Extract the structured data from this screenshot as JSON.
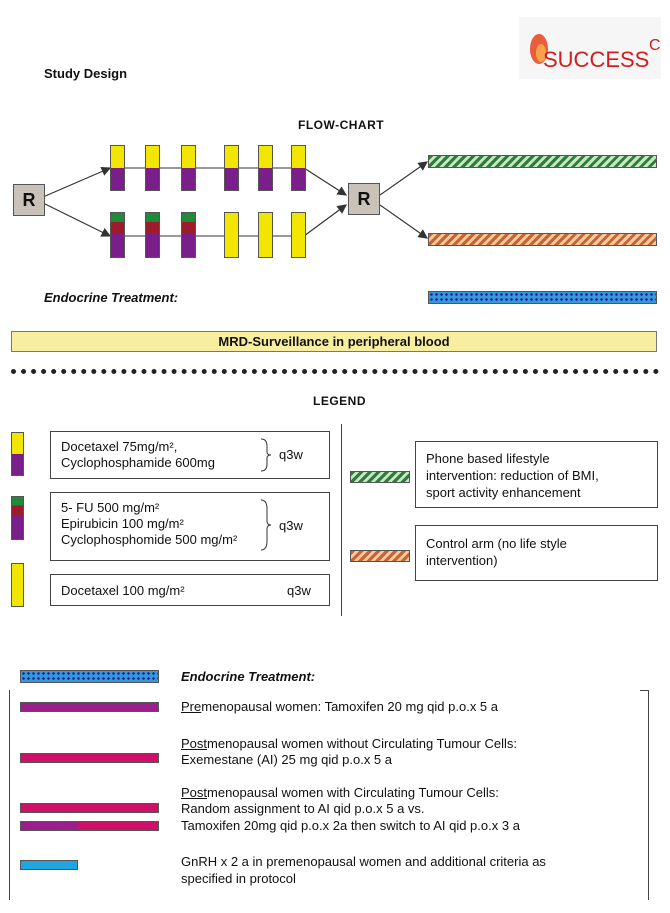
{
  "header": {
    "title": "Study Design",
    "logo_text": "SUCCESS",
    "logo_sup": "C"
  },
  "flowchart": {
    "title": "FLOW-CHART",
    "randomize_label": "R",
    "randomize_label_2": "R"
  },
  "endocrine_label": "Endocrine Treatment:",
  "mrd_bar": "MRD-Surveillance in peripheral blood",
  "legend": {
    "title": "LEGEND",
    "chemo_boxes": [
      {
        "lines": [
          "Docetaxel 75mg/m²,",
          "Cyclophosphamide 600mg"
        ],
        "schedule": "q3w"
      },
      {
        "lines": [
          "5- FU 500 mg/m²",
          "Epirubicin 100 mg/m²",
          "Cyclophosphomide 500 mg/m²"
        ],
        "schedule": "q3w"
      },
      {
        "lines": [
          "Docetaxel 100 mg/m²"
        ],
        "schedule": "q3w"
      }
    ],
    "lifestyle_boxes": [
      {
        "lines": [
          "Phone based lifestyle",
          "intervention: reduction of BMI,",
          "sport activity enhancement"
        ]
      },
      {
        "lines": [
          "Control arm (no life style",
          "intervention)"
        ]
      }
    ]
  },
  "endocrine": {
    "title": "Endocrine Treatment:",
    "items": [
      {
        "underlined": "Pre",
        "rest": "menopausal women: Tamoxifen 20 mg qid p.o.x 5 a"
      },
      {
        "underlined": "Post",
        "rest": "menopausal women without Circulating Tumour Cells:",
        "line2": "Exemestane (AI) 25 mg qid p.o.x 5 a"
      },
      {
        "underlined": "Post",
        "rest": "menopausal women with Circulating Tumour Cells:",
        "line2": "Random assignment to AI qid p.o.x 5 a vs.",
        "line3": "Tamoxifen 20mg qid p.o.x 2a then switch to AI qid p.o.x 3 a"
      },
      {
        "text": "GnRH x 2 a in premenopausal women and additional criteria as",
        "line2": "specified in protocol"
      }
    ]
  },
  "colors": {
    "yellow": "#f2e600",
    "purple": "#7a1f8a",
    "green": "#1e8a3a",
    "red": "#9c1c2c",
    "magenta": "#cc1166",
    "blue": "#1fa6e0",
    "mrd_bg": "#f7eea0"
  }
}
